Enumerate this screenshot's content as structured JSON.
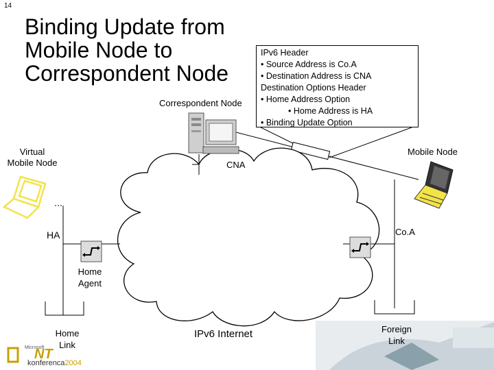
{
  "slide_number": "14",
  "title": [
    "Binding Update from",
    "Mobile Node to",
    "Correspondent Node"
  ],
  "callout": {
    "lines": [
      "IPv6 Header",
      "•   Source Address is Co.A",
      "•   Destination Address is CNA",
      "Destination Options Header",
      "•   Home Address Option",
      "• Home Address is HA",
      "•   Binding Update Option"
    ]
  },
  "labels": {
    "correspondent_node": "Correspondent Node",
    "virtual_mobile_node": "Virtual\nMobile Node",
    "mobile_node": "Mobile Node",
    "cna": "CNA",
    "ha": "HA",
    "coa": "Co.A",
    "home_agent": "Home\nAgent",
    "home_link": "Home\nLink",
    "ipv6_internet": "IPv6 Internet",
    "foreign_link": "Foreign\nLink"
  },
  "logo": {
    "small": "Microsoft",
    "brand": "NT",
    "name": "konferenca",
    "year": "2004"
  },
  "colors": {
    "laptop_yellow": "#f2e34a",
    "laptop_dark": "#333333",
    "logo_gold": "#c8a000"
  }
}
